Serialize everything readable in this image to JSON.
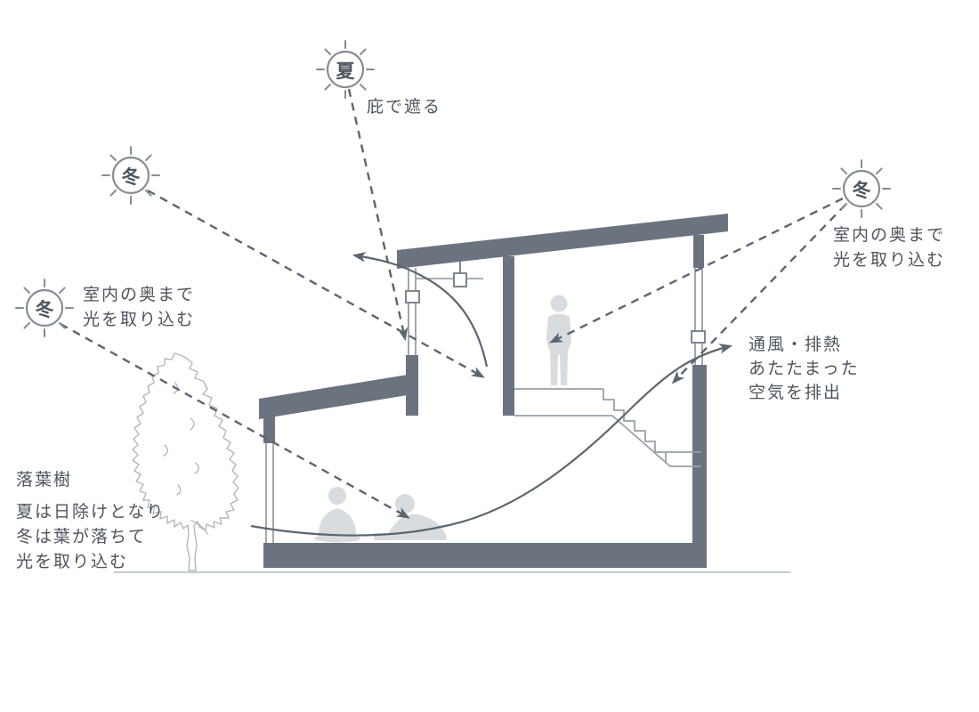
{
  "suns": [
    {
      "name": "summer-top",
      "label": "夏"
    },
    {
      "name": "winter-upper-left",
      "label": "冬"
    },
    {
      "name": "winter-left",
      "label": "冬"
    },
    {
      "name": "winter-right",
      "label": "冬"
    }
  ],
  "annotations": {
    "eaves_shade": "庇で遮る",
    "left_daylight": [
      "室内の奥まで",
      "光を取り込む"
    ],
    "right_daylight": [
      "室内の奥まで",
      "光を取り込む"
    ],
    "ventilation": [
      "通風・排熱",
      "あたたまった",
      "空気を排出"
    ],
    "deciduous_tree_title": "落葉樹",
    "deciduous_tree": [
      "夏は日除けとなり",
      "冬は葉が落ちて",
      "光を取り込む"
    ]
  },
  "colors": {
    "structure": "#6a737e",
    "arrow": "#5c6670",
    "text": "#4d555d",
    "outline": "#9aa1a8",
    "window_frame": "#8b939b",
    "figure": "#d9dcdf",
    "tree": "#b2b8bf",
    "ground": "#c6cbcf",
    "sun": "#848d95"
  }
}
